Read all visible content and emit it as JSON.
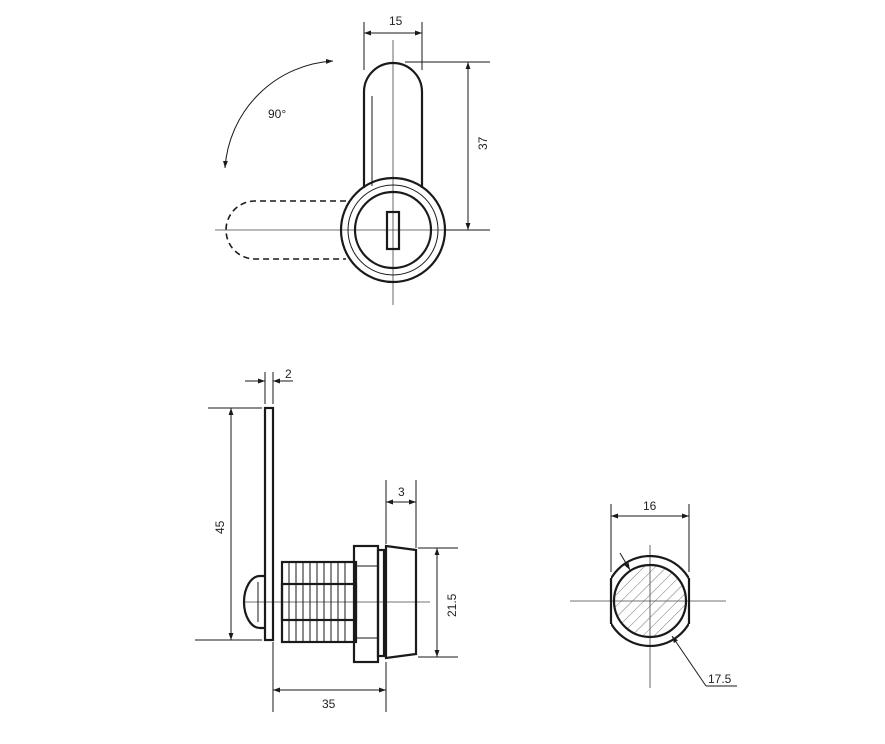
{
  "diagram": {
    "top_view": {
      "rotation_label": "90°",
      "width_label": "15",
      "height_label": "37"
    },
    "side_view": {
      "cam_thickness_label": "2",
      "cam_length_label": "45",
      "flange_thickness_label": "3",
      "flange_diameter_label": "21.5",
      "body_length_label": "35"
    },
    "section_view": {
      "flat_width_label": "16",
      "diameter_label": "17.5"
    }
  }
}
